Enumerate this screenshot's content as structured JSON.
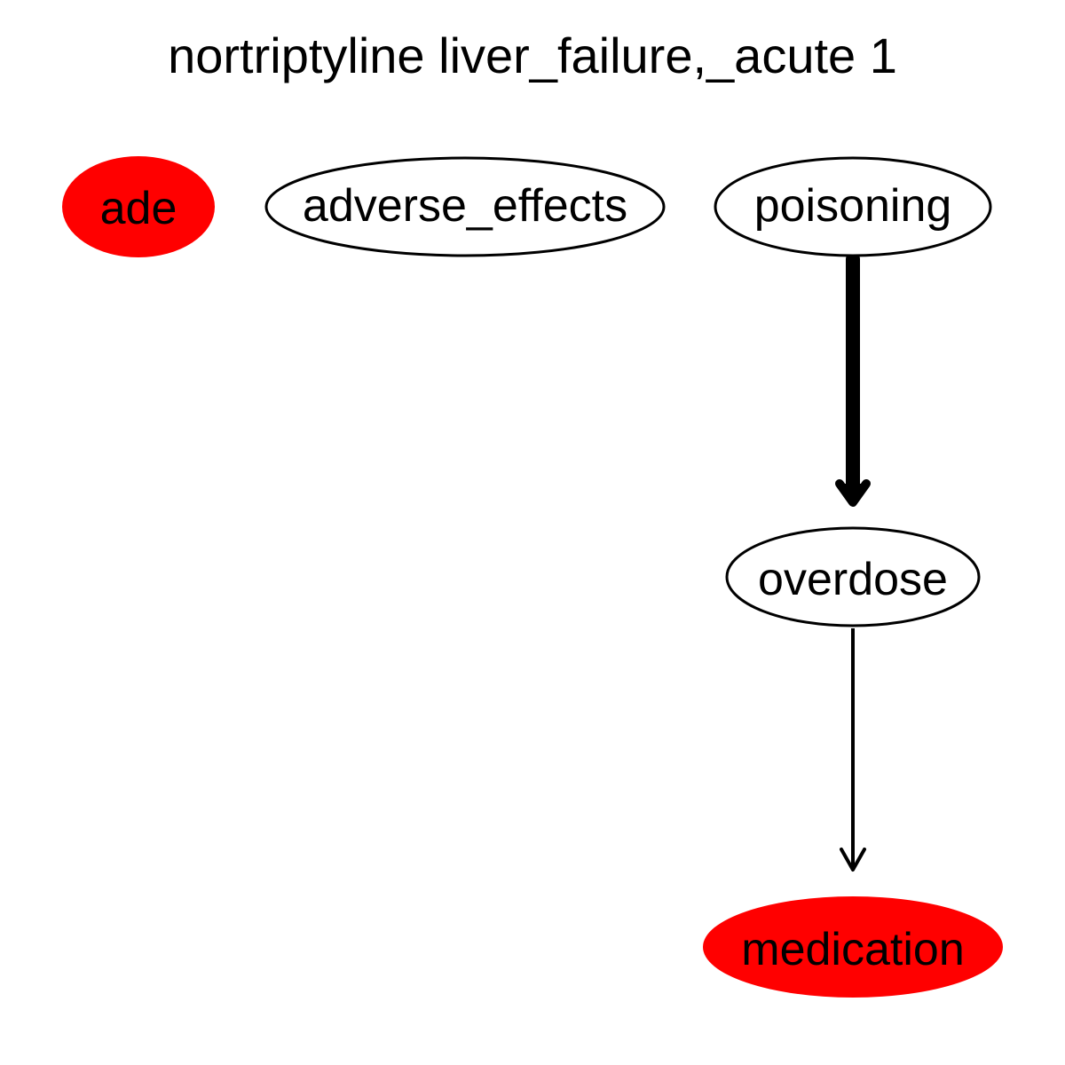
{
  "diagram": {
    "title": "nortriptyline liver_failure,_acute 1",
    "nodes": [
      {
        "id": "ade",
        "label": "ade",
        "fill": "#ff0000",
        "stroke": "#ff0000"
      },
      {
        "id": "adverse_effects",
        "label": "adverse_effects",
        "fill": "#ffffff",
        "stroke": "#000000"
      },
      {
        "id": "poisoning",
        "label": "poisoning",
        "fill": "#ffffff",
        "stroke": "#000000"
      },
      {
        "id": "overdose",
        "label": "overdose",
        "fill": "#ffffff",
        "stroke": "#000000"
      },
      {
        "id": "medication",
        "label": "medication",
        "fill": "#ff0000",
        "stroke": "#ff0000"
      }
    ],
    "edges": [
      {
        "from": "poisoning",
        "to": "overdose",
        "weight": "heavy"
      },
      {
        "from": "overdose",
        "to": "medication",
        "weight": "light"
      }
    ]
  }
}
